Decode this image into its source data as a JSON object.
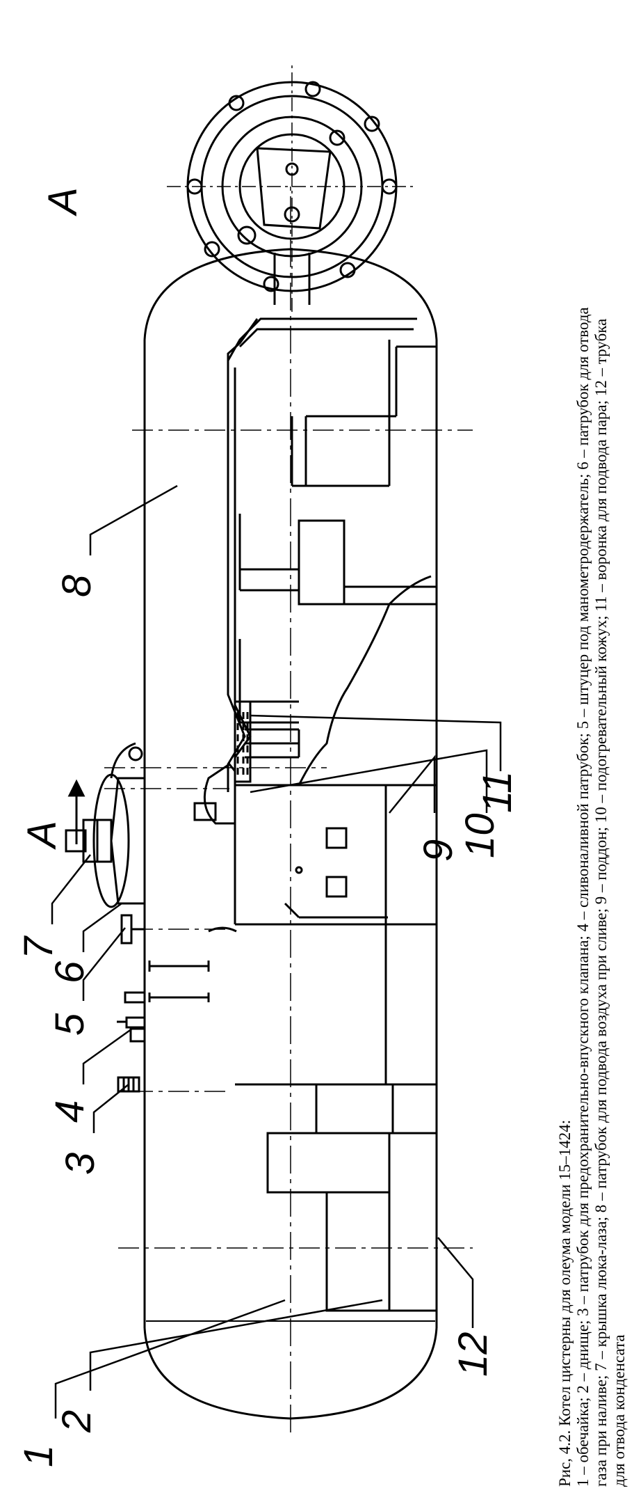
{
  "figure": {
    "caption_title": "Рис, 4.2. Котел цистерны для олеума модели 15–1424:",
    "legend_lines": [
      "1 – обечайка; 2 – днище; 3 – патрубок для предохранительно-впускного клапана; 4 – сливоналивной патрубок; 5 – штуцер под манометродержатель; 6 – патрубок для отвода",
      "газа при наливе; 7 – крышка люка-лаза; 8 – патрубок для подвода воздуха при сливе; 9 – поддон; 10 – подогревательный кожух; 11 – воронка для подвода пара; 12 – трубка",
      "для отвода конденсата"
    ]
  },
  "view_label": "А",
  "arrow_label": "А",
  "callouts": {
    "n1": "1",
    "n2": "2",
    "n3": "3",
    "n4": "4",
    "n5": "5",
    "n6": "6",
    "n7": "7",
    "n8": "8",
    "n9": "9",
    "n10": "10",
    "n11": "11",
    "n12": "12"
  }
}
